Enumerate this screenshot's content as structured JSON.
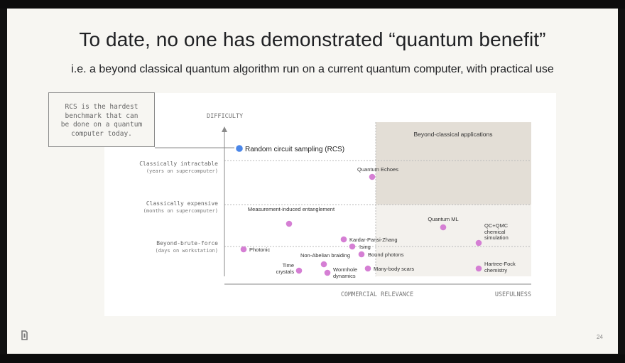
{
  "slide": {
    "title": "To date, no one has demonstrated “quantum benefit”",
    "subtitle": "i.e. a beyond classical quantum algorithm run on a current quantum computer, with practical use",
    "page_number": "24",
    "callout_lines": [
      "RCS is the hardest",
      "benchmark that can",
      "be done on a quantum",
      "computer today."
    ]
  },
  "chart_data": {
    "type": "scatter",
    "y_axis_label": "DIFFICULTY",
    "x_axis_label": "COMMERCIAL RELEVANCE",
    "x_axis_end_label": "USEFULNESS",
    "region_label": "Beyond-classical applications",
    "y_levels": [
      {
        "label": "Classically intractable",
        "sub": "(years on supercomputer)"
      },
      {
        "label": "Classically expensive",
        "sub": "(months on supercomputer)"
      },
      {
        "label": "Beyond-brute-force",
        "sub": "(days on workstation)"
      }
    ],
    "points": [
      {
        "name": "Random circuit sampling (RCS)",
        "highlight": true
      },
      {
        "name": "Quantum Echoes"
      },
      {
        "name": "Measurement-induced entanglement"
      },
      {
        "name": "Quantum ML"
      },
      {
        "name": "QC+QMC chemical simulation"
      },
      {
        "name": "Kardar-Parisi-Zhang"
      },
      {
        "name": "Ising"
      },
      {
        "name": "Photonic"
      },
      {
        "name": "Bound photons"
      },
      {
        "name": "Non-Abelian braiding"
      },
      {
        "name": "Time crystals"
      },
      {
        "name": "Wormhole dynamics"
      },
      {
        "name": "Many-body scars"
      },
      {
        "name": "Hartree-Fock chemistry"
      }
    ],
    "colors": {
      "highlight": "#4a86e8",
      "point": "#d57fd4",
      "region": "#e3ded6"
    }
  }
}
